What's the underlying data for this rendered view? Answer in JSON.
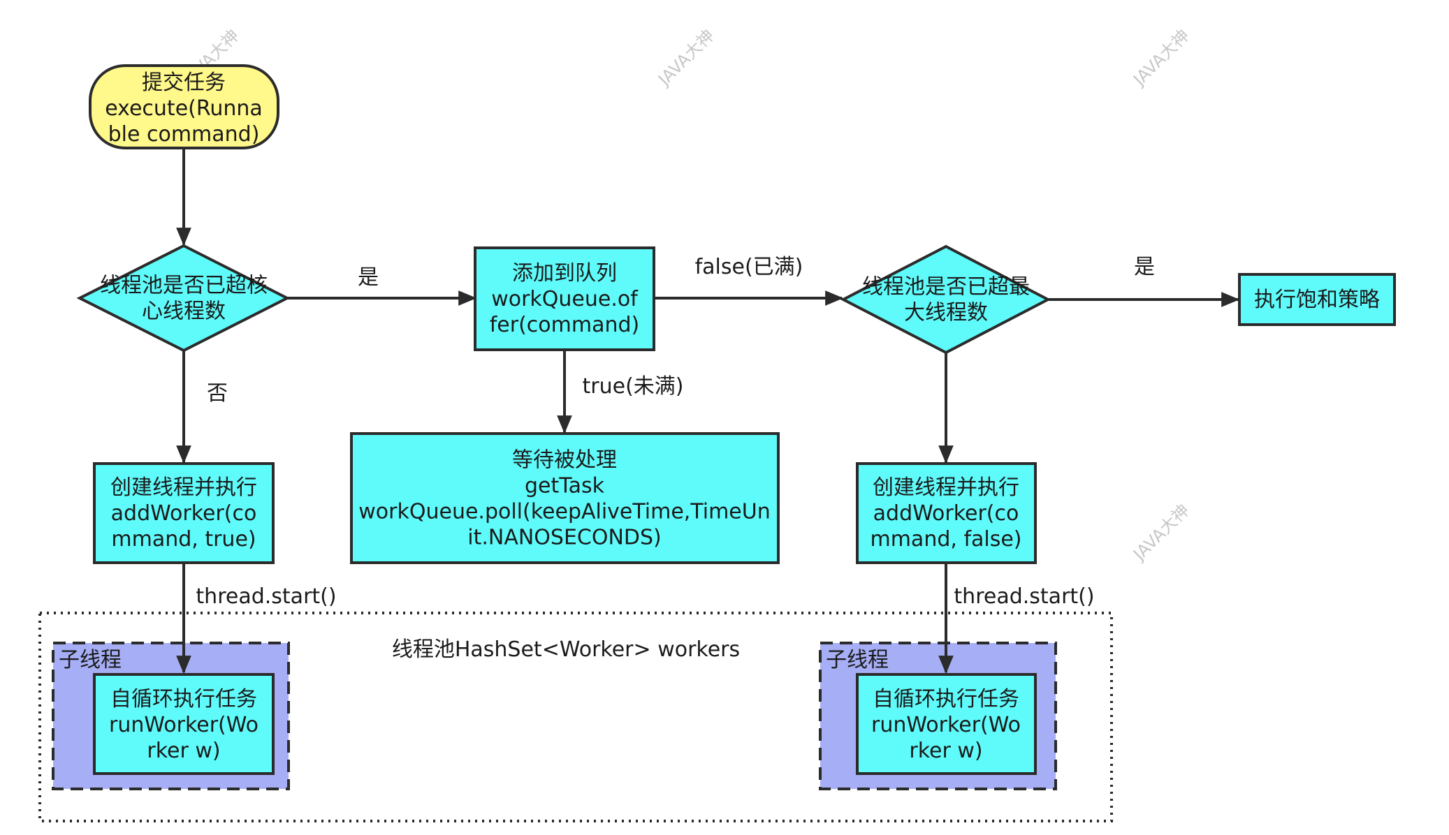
{
  "colors": {
    "start_fill": "#fff88a",
    "node_fill": "#5ffbfb",
    "worker_group_fill": "#a6aef5",
    "line": "#2b2b2b",
    "watermark": "#c8c8c8"
  },
  "nodes": {
    "submit_task": [
      "提交任务",
      "execute(Runna",
      "ble command)"
    ],
    "core_check": [
      "线程池是否已超核",
      "心线程数"
    ],
    "add_queue": [
      "添加到队列",
      "workQueue.of",
      "fer(command)"
    ],
    "max_check": [
      "线程池是否已超最",
      "大线程数"
    ],
    "reject_policy": [
      "执行饱和策略"
    ],
    "create_core_worker": [
      "创建线程并执行",
      "addWorker(co",
      "mmand, true)"
    ],
    "wait_process": [
      "等待被处理",
      "getTask",
      "workQueue.poll(keepAliveTime,TimeUn",
      "it.NANOSECONDS)"
    ],
    "create_max_worker": [
      "创建线程并执行",
      "addWorker(co",
      "mmand, false)"
    ],
    "run_worker_left": [
      "自循环执行任务",
      "runWorker(Wo",
      "rker w)"
    ],
    "run_worker_right": [
      "自循环执行任务",
      "runWorker(Wo",
      "rker w)"
    ]
  },
  "edge_labels": {
    "core_yes": "是",
    "core_no": "否",
    "queue_false": "false(已满)",
    "queue_true": "true(未满)",
    "max_yes": "是",
    "thread_start_left": "thread.start()",
    "thread_start_right": "thread.start()"
  },
  "groups": {
    "pool_label": "线程池HashSet<Worker> workers",
    "sub_thread_left": "子线程",
    "sub_thread_right": "子线程"
  },
  "watermark": "JAVA大神"
}
